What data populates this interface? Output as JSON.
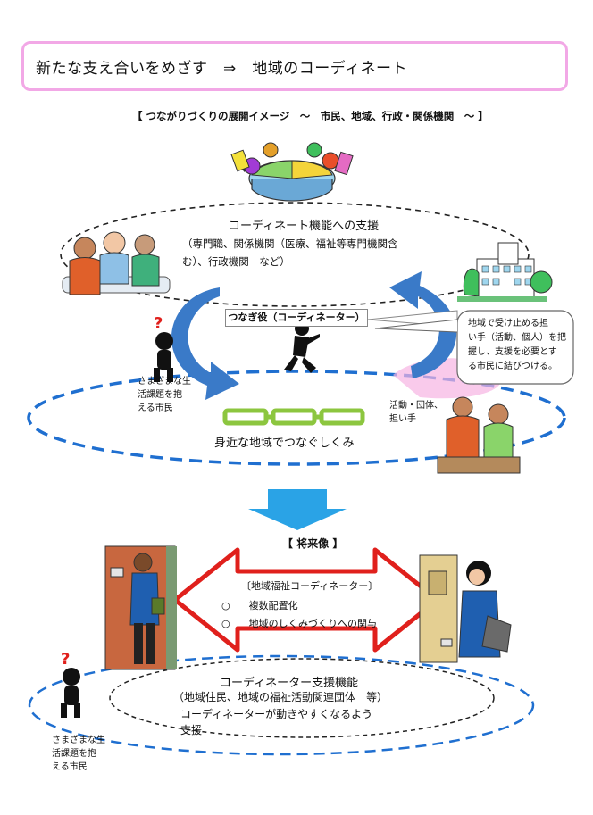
{
  "title": {
    "main": "新たな支え合いをめざす　⇒　地域のコーディネート",
    "subtitle": "【 つながりづくりの展開イメージ　～　市民、地域、行政・関係機関　～ 】"
  },
  "top_section": {
    "support_title": "コーディネート機能への支援",
    "support_desc_line1": "（専門職、関係機関（医療、福祉等専門機関含",
    "support_desc_line2": "む）、行政機関　など）",
    "connector_label": "つなぎ役（コーディネーター）",
    "callout_line1": "地域で受け止める担",
    "callout_line2": "い手（活動、個人）を把",
    "callout_line3": "握し、支援を必要とす",
    "callout_line4": "る市民に結びつける。",
    "citizens_line1": "さまざまな生",
    "citizens_line2": "活課題を抱",
    "citizens_line3": "える市民",
    "groups_line1": "活動・団体、",
    "groups_line2": "担い手",
    "local_link": "身近な地域でつなぐしくみ"
  },
  "future_section": {
    "heading": "【 将来像 】",
    "coordinator_heading": "〔地域福祉コーディネーター〕",
    "bullet_mark": "○",
    "items": [
      "複数配置化",
      "地域のしくみづくりへの関与"
    ],
    "support_title": "コーディネーター支援機能",
    "support_line1": "（地域住民、地域の福祉活動関連団体　等）",
    "support_line2": "コーディネーターが動きやすくなるよう",
    "support_line3": "支援",
    "citizens_line1": "さまざまな生",
    "citizens_line2": "活課題を抱",
    "citizens_line3": "える市民"
  },
  "colors": {
    "title_border": "#f2a8e6",
    "arrow_blue": "#3a7ac8",
    "down_arrow": "#2aa3e6",
    "chain_green": "#8cc63f",
    "red_arrow": "#e0201c",
    "ellipse_blue": "#1f6fd0"
  }
}
